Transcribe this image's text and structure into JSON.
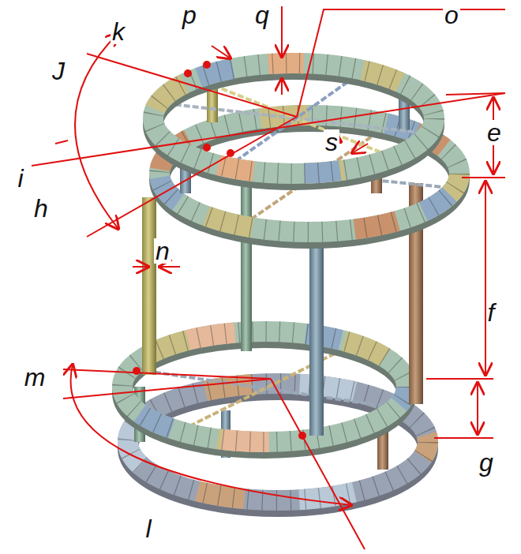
{
  "diagram": {
    "labels": [
      "k",
      "p",
      "q",
      "o",
      "J",
      "i",
      "h",
      "s",
      "e",
      "n",
      "f",
      "m",
      "g",
      "l"
    ]
  }
}
